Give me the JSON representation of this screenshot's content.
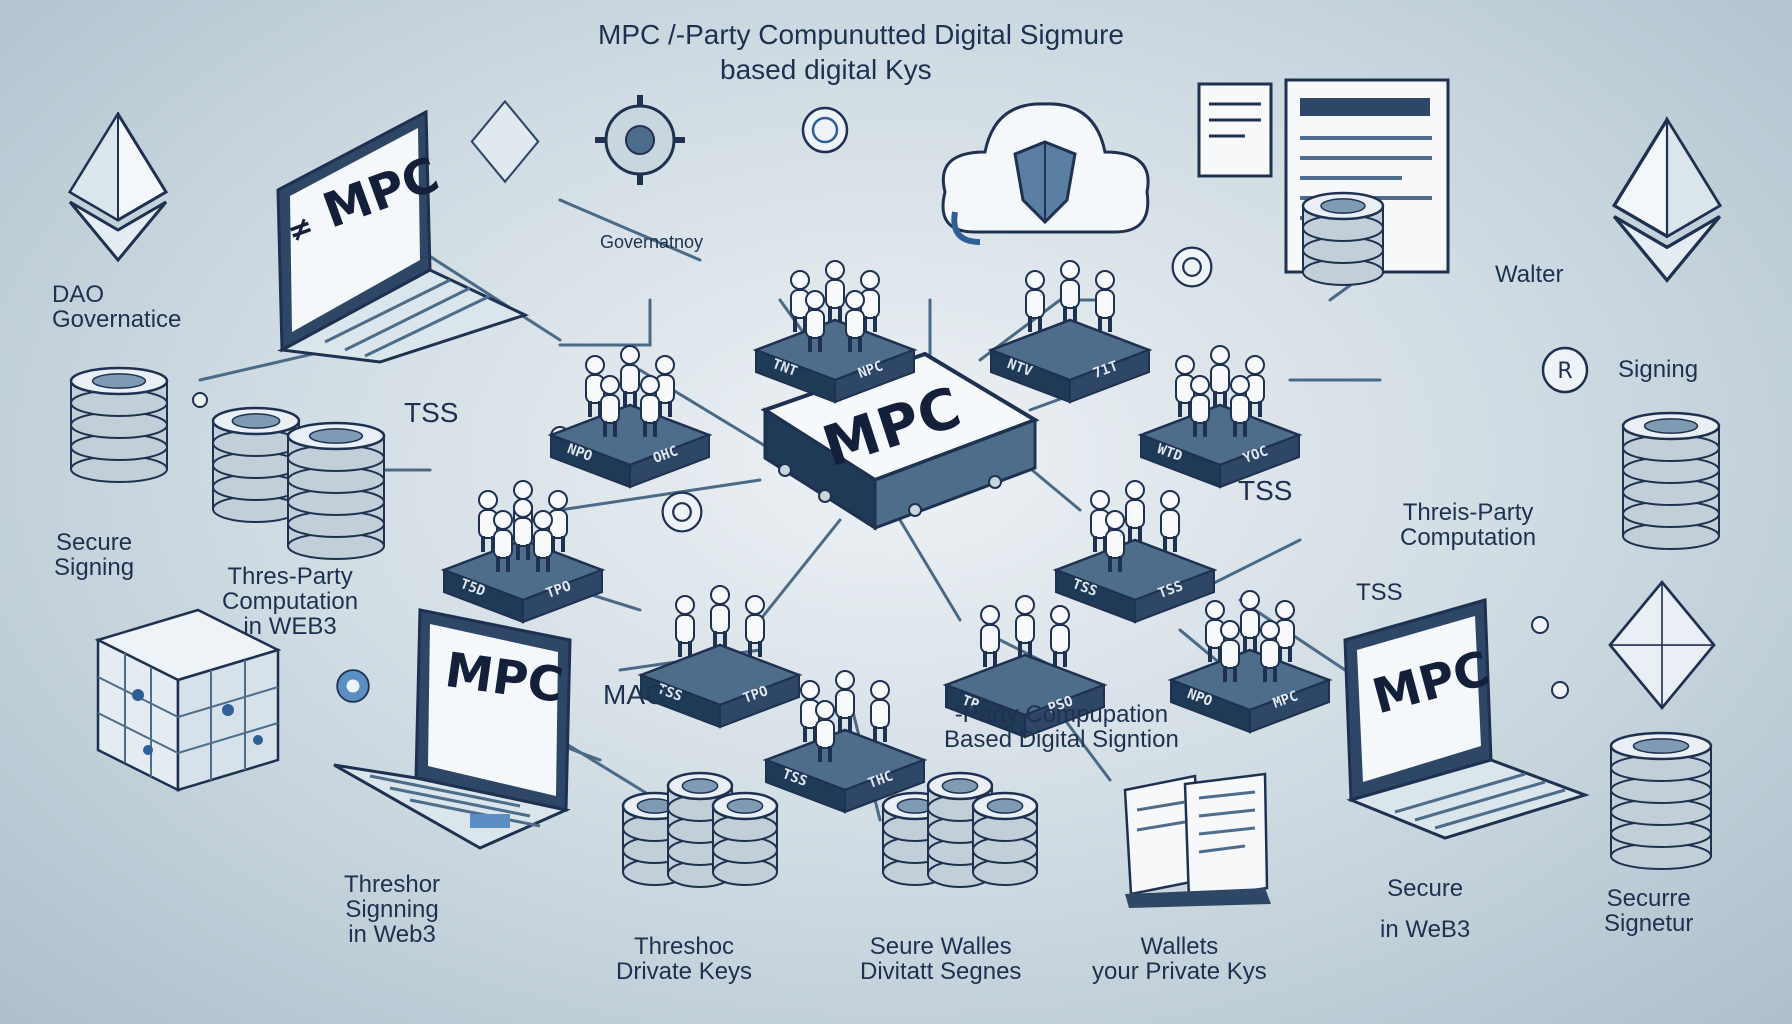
{
  "header": {
    "title_line1": "MPC /-Party Compunutted Digital Sigmure",
    "title_line2": "based digital Kys"
  },
  "hub": {
    "label": "MPC"
  },
  "laptops": [
    {
      "screen_text": "MPC",
      "prefix": "≠"
    },
    {
      "screen_text": "MPC"
    },
    {
      "screen_text": "MPC"
    }
  ],
  "labels": {
    "dao_governance": [
      "DAO",
      "Governatice"
    ],
    "governance_top": "Governatnoy",
    "waller": "Walter",
    "tss_left": "TSS",
    "tss_right": "TSS",
    "tss_right_low": "TSS",
    "signing_right": "Signing",
    "secure_signing_left": [
      "Secure",
      "Signing"
    ],
    "three_party_left": [
      "Thres-Party",
      "Computation",
      "in WEB3"
    ],
    "three_party_right": [
      "Threis-Party",
      "Computation"
    ],
    "mac": "MAC",
    "party_computation_center": [
      "-Party Compupation",
      "Based Digital Signtion"
    ],
    "threshold_signing": [
      "Threshor",
      "Signning",
      "in Web3"
    ],
    "threshold_private_keys": [
      "Threshoc",
      "Drivate Keys"
    ],
    "secure_wallets": [
      "Seure Walles",
      "Divitatt Segnes"
    ],
    "wallets_private_keys": [
      "Wallets",
      "your Private Kys"
    ],
    "secure_web3": [
      "Secure",
      "in WeB3"
    ],
    "secure_signature": [
      "Securre",
      "Signetur"
    ]
  },
  "plate_labels": {
    "p1": [
      "NPO",
      "OHC"
    ],
    "p2": [
      "TNT",
      "NPC"
    ],
    "p3": [
      "NTV",
      "71T"
    ],
    "p4": [
      "WTD",
      "YOC"
    ],
    "p5": [
      "T5D",
      "TPO"
    ],
    "p6": [
      "TSS",
      "TPO"
    ],
    "p7": [
      "TSS",
      "TSS"
    ],
    "p8": [
      "TSS",
      "THC"
    ],
    "p9": [
      "TP",
      "PSO"
    ],
    "p10": [
      "NPO",
      "MPC"
    ]
  },
  "colors": {
    "ink": "#1e3150",
    "plate_top": "#4d6d8b",
    "plate_side": "#1f3a57",
    "wire": "#4a6a86",
    "accent": "#2e5f96"
  },
  "icons": [
    "ethereum-diamond-icon",
    "cloud-shield-icon",
    "coin-stack-icon",
    "people-group-icon",
    "document-icon",
    "cube-icon",
    "laptop-icon",
    "gear-icon"
  ]
}
